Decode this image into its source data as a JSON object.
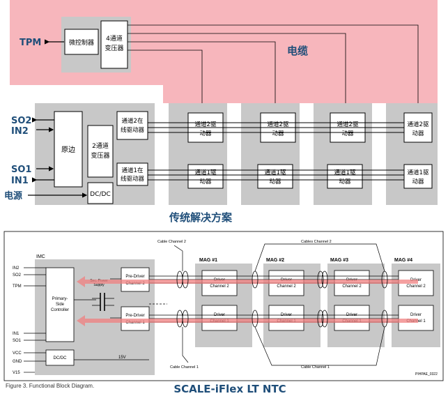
{
  "top": {
    "tpm": "TPM",
    "micro_ctrl": "微控制器",
    "transformer4": [
      "4通道",
      "变压器"
    ],
    "cable_label": "电缆",
    "so2": "SO2",
    "in2": "IN2",
    "so1": "SO1",
    "in1": "IN1",
    "power": "电源",
    "primary": "原边",
    "transformer2": [
      "2通道",
      "变压器"
    ],
    "dcdc": "DC/DC",
    "pre_ch2": [
      "通道2在",
      "线驱动器"
    ],
    "pre_ch1": [
      "通道1在",
      "线驱动器"
    ],
    "drv_ch2": [
      "通道2驱",
      "动器"
    ],
    "drv_ch1": [
      "通道1驱",
      "动器"
    ],
    "caption": "传统解决方案"
  },
  "bottom": {
    "imc": "IMC",
    "cable_ch2_left": "Cable Channel 2",
    "cable_ch2_right": "Cables Channel 2",
    "cable_ch1_left": "Cable Channel 1",
    "cable_ch1_right": "Cable Channel 1",
    "mags": [
      "MAG #1",
      "MAG #2",
      "MAG #3",
      "MAG #4"
    ],
    "in2": "IN2",
    "so2": "SO2",
    "tpm": "TPM",
    "in1": "IN1",
    "so1": "SO1",
    "vcc": "VCC",
    "gnd": "GND",
    "v15": "V15",
    "primary_ctrl": [
      "Primary-",
      "Side",
      "Controller"
    ],
    "sec_power": [
      "Sec. Power",
      "Supply"
    ],
    "pre_driver2": [
      "Pre-Driver",
      "Channel 2"
    ],
    "pre_driver1": [
      "Pre-Driver",
      "Channel 1"
    ],
    "driver2": [
      "Driver",
      "Channel 2"
    ],
    "driver1": [
      "Driver",
      "Channel 1"
    ],
    "dcdc": "DC/DC",
    "v15_label": "15V",
    "code": "PIHPAE_0322",
    "figure": "Figure 3.     Functional Block Diagram.",
    "caption": "SCALE-iFlex LT NTC"
  },
  "colors": {
    "pink": "#f7b6bc",
    "gray": "#c8c8c8",
    "navy": "#1f4e79",
    "red_arrow": "#f08080"
  }
}
